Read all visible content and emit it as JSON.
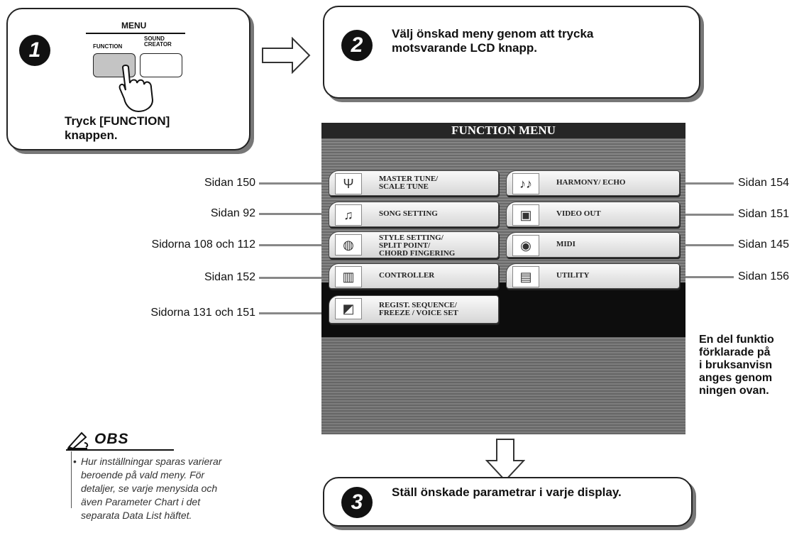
{
  "step1": {
    "number": "1",
    "menu_label": "MENU",
    "function_label": "FUNCTION",
    "sound_creator_label": "SOUND\nCREATOR",
    "text": "Tryck [FUNCTION] knappen."
  },
  "step2": {
    "number": "2",
    "text": "Välj önskad meny genom att trycka motsvarande LCD knapp."
  },
  "step3": {
    "number": "3",
    "text": "Ställ önskade parametrar i varje display."
  },
  "lcd": {
    "title": "FUNCTION MENU",
    "left_items": [
      {
        "label": "MASTER TUNE/\nSCALE TUNE",
        "icon": "tuning-fork-icon",
        "page": "Sidan 150"
      },
      {
        "label": "SONG SETTING",
        "icon": "music-note-icon",
        "page": "Sidan 92"
      },
      {
        "label": "STYLE SETTING/\nSPLIT POINT/\nCHORD FINGERING",
        "icon": "drum-icon",
        "page": "Sidorna 108 och 112"
      },
      {
        "label": "CONTROLLER",
        "icon": "pedal-icon",
        "page": "Sidan 152"
      },
      {
        "label": "REGIST. SEQUENCE/\nFREEZE / VOICE SET",
        "icon": "registration-icon",
        "page": "Sidorna 131 och 151"
      }
    ],
    "right_items": [
      {
        "label": "HARMONY/ ECHO",
        "icon": "double-note-icon",
        "page": "Sidan 154"
      },
      {
        "label": "VIDEO OUT",
        "icon": "monitor-icon",
        "page": "Sidan 151"
      },
      {
        "label": "MIDI",
        "icon": "midi-icon",
        "page": "Sidan 145"
      },
      {
        "label": "UTILITY",
        "icon": "keyboard-icon",
        "page": "Sidan 156"
      }
    ]
  },
  "side_note": {
    "lines": [
      "En del funktio",
      "förklarade på",
      "i bruksanvisn",
      "anges genom",
      "ningen ovan."
    ]
  },
  "obs": {
    "heading": "OBS",
    "bullet": "•",
    "text": "Hur inställningar sparas varierar beroende på vald meny. För detaljer, se varje menysida och även Parameter Chart i det separata Data List häftet."
  }
}
